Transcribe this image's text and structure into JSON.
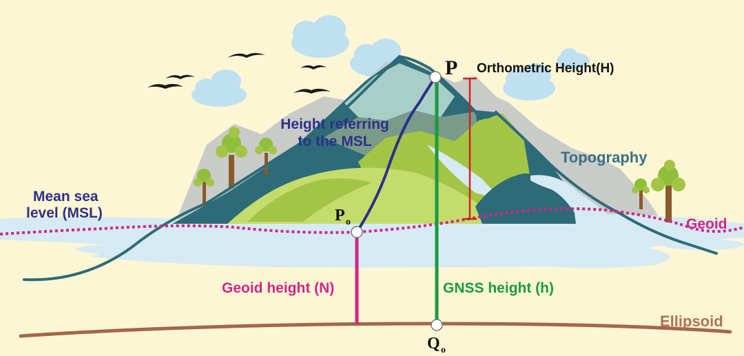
{
  "labels": {
    "point_p": "P",
    "point_p0_main": "P",
    "point_p0_sub": "o",
    "point_q0_main": "Q",
    "point_q0_sub": "o",
    "orthometric_height": "Orthometric Height(H)",
    "height_msl_line1": "Height referring",
    "height_msl_line2": "to the MSL",
    "topography": "Topography",
    "msl_line1": "Mean sea",
    "msl_line2": "level (MSL)",
    "geoid": "Geoid",
    "geoid_height": "Geoid height (N)",
    "gnss_height": "GNSS height (h)",
    "ellipsoid": "Ellipsoid"
  },
  "colors": {
    "background": "#fdf6d4",
    "water": "#d6eaf3",
    "far_mountain": "#c9cbc8",
    "mountain_dark": "#2e6b78",
    "mountain_mid": "#7a9a8a",
    "mountain_snow": "#a7cfc7",
    "hill_green": "#a3c546",
    "hill_light": "#c3dc6b",
    "topography_line": "#2e6b78",
    "geoid_line": "#d0268a",
    "msl_path": "#2c3188",
    "gnss_line": "#1c9a42",
    "orthometric_bar": "#d22020",
    "ellipsoid_line": "#a4664a",
    "label_blue": "#2c3188",
    "label_teal": "#3a6f86",
    "label_magenta": "#d0268a",
    "label_green": "#1c9a42",
    "label_brown": "#b0715a",
    "cloud": "#bfe0f0",
    "bird": "#1a1a1a"
  }
}
